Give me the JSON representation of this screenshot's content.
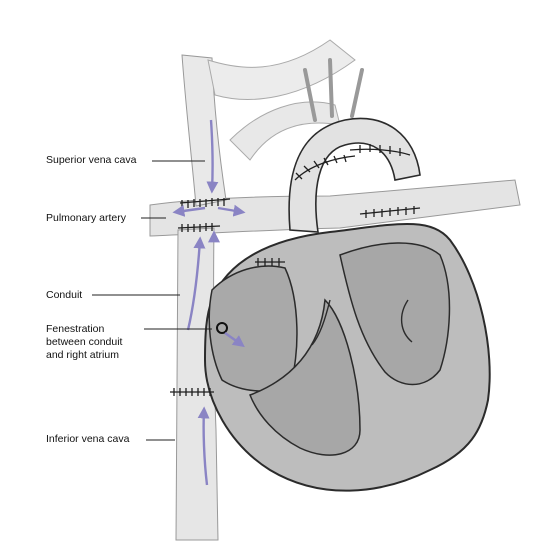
{
  "labels": {
    "superior_vena_cava": "Superior vena cava",
    "pulmonary_artery": "Pulmonary artery",
    "conduit": "Conduit",
    "fenestration": [
      "Fenestration",
      "between conduit",
      "and right atrium"
    ],
    "inferior_vena_cava": "Inferior vena cava"
  },
  "colors": {
    "flow_arrow": "#8a84c4",
    "vessel_fill": "#e6e6e6",
    "heart_fill": "#b9b9b9",
    "chamber_fill": "#a4a4a4",
    "outline": "#2b2b2b"
  }
}
